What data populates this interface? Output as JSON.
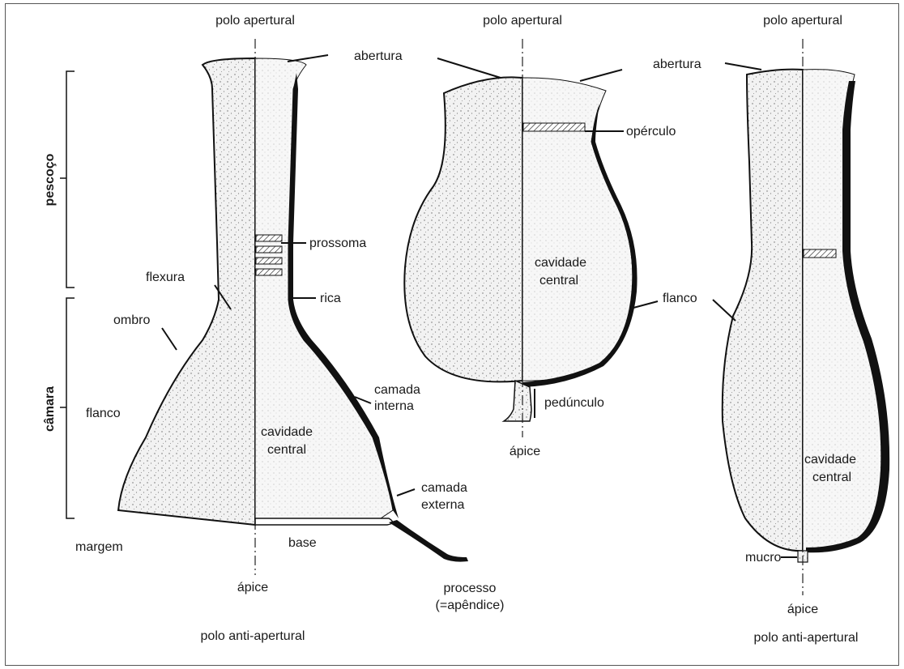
{
  "figure": {
    "loricae": [
      {
        "id": "left",
        "labels": {
          "top_pole": "polo apertural",
          "bottom_pole": "polo anti-apertural",
          "apex": "ápice",
          "neck_bracket": "pescoço",
          "chamber_bracket": "câmara",
          "flexure": "flexura",
          "shoulder": "ombro",
          "flank": "flanco",
          "margin": "margem",
          "prosoma": "prossoma",
          "rib": "rica",
          "inner_layer": [
            "camada",
            "interna"
          ],
          "central_cavity": [
            "cavidade",
            "central"
          ],
          "outer_layer": [
            "camada",
            "externa"
          ],
          "base": "base",
          "process": [
            "processo",
            "(=apêndice)"
          ]
        }
      },
      {
        "id": "middle",
        "labels": {
          "top_pole": "polo apertural",
          "aperture": "abertura",
          "operculum": "opérculo",
          "central_cavity": [
            "cavidade",
            "central"
          ],
          "flank": "flanco",
          "peduncle": "pedúnculo",
          "apex": "ápice"
        }
      },
      {
        "id": "right",
        "labels": {
          "top_pole": "polo apertural",
          "aperture": "abertura",
          "flank": "flanco",
          "central_cavity": [
            "cavidade",
            "central"
          ],
          "mucro": "mucro",
          "apex": "ápice",
          "bottom_pole": "polo anti-apertural"
        }
      }
    ],
    "left_aperture": "abertura"
  }
}
